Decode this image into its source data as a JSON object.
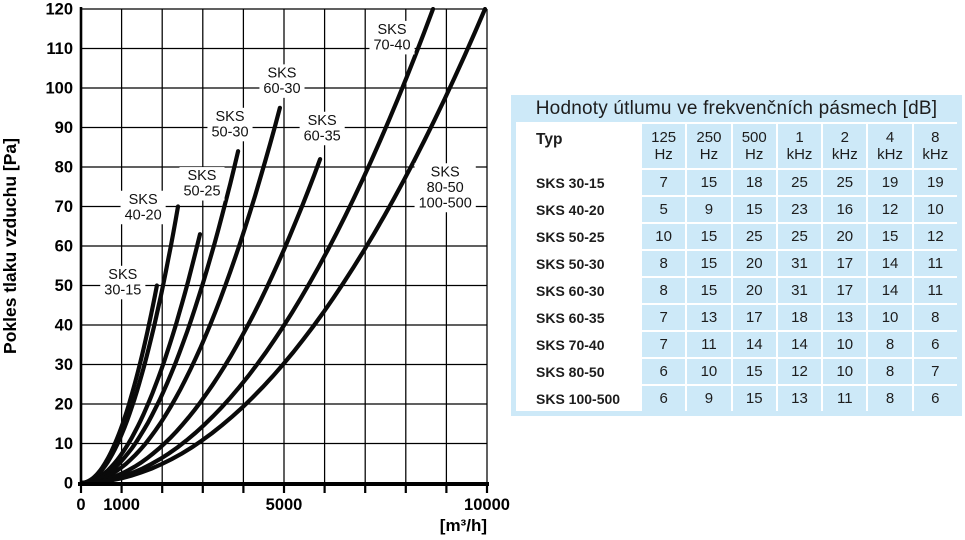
{
  "chart": {
    "y_axis_title": "Pokles tlaku vzduchu [Pa]",
    "x_axis_unit": "[m³/h]"
  },
  "chart_data": {
    "type": "line",
    "title": "",
    "xlabel": "[m³/h]",
    "ylabel": "Pokles tlaku vzduchu [Pa]",
    "xlim": [
      0,
      10000
    ],
    "ylim": [
      0,
      120
    ],
    "grid": true,
    "x_gridline_step": 1000,
    "y_gridline_step": 10,
    "y_tick_step": 10,
    "x_tick_values": [
      0,
      1000,
      5000,
      10000
    ],
    "x_tick_labels": [
      "0",
      "1000",
      "5000",
      "10000"
    ],
    "curve_model": "quadratic from origin: p(q) = p_end * (q / q_end)^2",
    "series": [
      {
        "name": "SKS 30-15",
        "label_lines": [
          "SKS",
          "30-15"
        ],
        "q_end": 1870,
        "p_end": 50,
        "label_q": 1030,
        "label_p": 51
      },
      {
        "name": "SKS 40-20",
        "label_lines": [
          "SKS",
          "40-20"
        ],
        "q_end": 2390,
        "p_end": 70,
        "label_q": 1530,
        "label_p": 70
      },
      {
        "name": "SKS 50-25",
        "label_lines": [
          "SKS",
          "50-25"
        ],
        "q_end": 2930,
        "p_end": 63,
        "label_q": 2980,
        "label_p": 76
      },
      {
        "name": "SKS 50-30",
        "label_lines": [
          "SKS",
          "50-30"
        ],
        "q_end": 3870,
        "p_end": 84,
        "label_q": 3670,
        "label_p": 91
      },
      {
        "name": "SKS 60-30",
        "label_lines": [
          "SKS",
          "60-30"
        ],
        "q_end": 4900,
        "p_end": 95,
        "label_q": 4950,
        "label_p": 102
      },
      {
        "name": "SKS 60-35",
        "label_lines": [
          "SKS",
          "60-35"
        ],
        "q_end": 5890,
        "p_end": 82,
        "label_q": 5940,
        "label_p": 90
      },
      {
        "name": "SKS 70-40",
        "label_lines": [
          "SKS",
          "70-40"
        ],
        "q_end": 8670,
        "p_end": 120,
        "label_q": 7660,
        "label_p": 113
      },
      {
        "name": "SKS 80-50 / SKS 100-500",
        "label_lines": [
          "SKS",
          "80-50",
          "100-500"
        ],
        "q_end": 9950,
        "p_end": 120,
        "label_q": 8970,
        "label_p": 75
      }
    ]
  },
  "table": {
    "title": "Hodnoty útlumu ve frekvenčních pásmech [dB]",
    "type_column_header": "Typ",
    "frequency_headers": [
      {
        "value": "125",
        "unit": "Hz"
      },
      {
        "value": "250",
        "unit": "Hz"
      },
      {
        "value": "500",
        "unit": "Hz"
      },
      {
        "value": "1",
        "unit": "kHz"
      },
      {
        "value": "2",
        "unit": "kHz"
      },
      {
        "value": "4",
        "unit": "kHz"
      },
      {
        "value": "8",
        "unit": "kHz"
      }
    ],
    "rows": [
      {
        "type": "SKS 30-15",
        "values": [
          7,
          15,
          18,
          25,
          25,
          19,
          19
        ]
      },
      {
        "type": "SKS 40-20",
        "values": [
          5,
          9,
          15,
          23,
          16,
          12,
          10
        ]
      },
      {
        "type": "SKS 50-25",
        "values": [
          10,
          15,
          25,
          25,
          20,
          15,
          12
        ]
      },
      {
        "type": "SKS 50-30",
        "values": [
          8,
          15,
          20,
          31,
          17,
          14,
          11
        ]
      },
      {
        "type": "SKS 60-30",
        "values": [
          8,
          15,
          20,
          31,
          17,
          14,
          11
        ]
      },
      {
        "type": "SKS 60-35",
        "values": [
          7,
          13,
          17,
          18,
          13,
          10,
          8
        ]
      },
      {
        "type": "SKS 70-40",
        "values": [
          7,
          11,
          14,
          14,
          10,
          8,
          6
        ]
      },
      {
        "type": "SKS 80-50",
        "values": [
          6,
          10,
          15,
          12,
          10,
          8,
          7
        ]
      },
      {
        "type": "SKS 100-500",
        "values": [
          6,
          9,
          15,
          13,
          11,
          8,
          6
        ]
      }
    ],
    "colors": {
      "cell_blue": "#cde9f8",
      "cell_white": "#ffffff",
      "text": "#1d1d1d",
      "curve_black": "#0a0a0a"
    }
  }
}
